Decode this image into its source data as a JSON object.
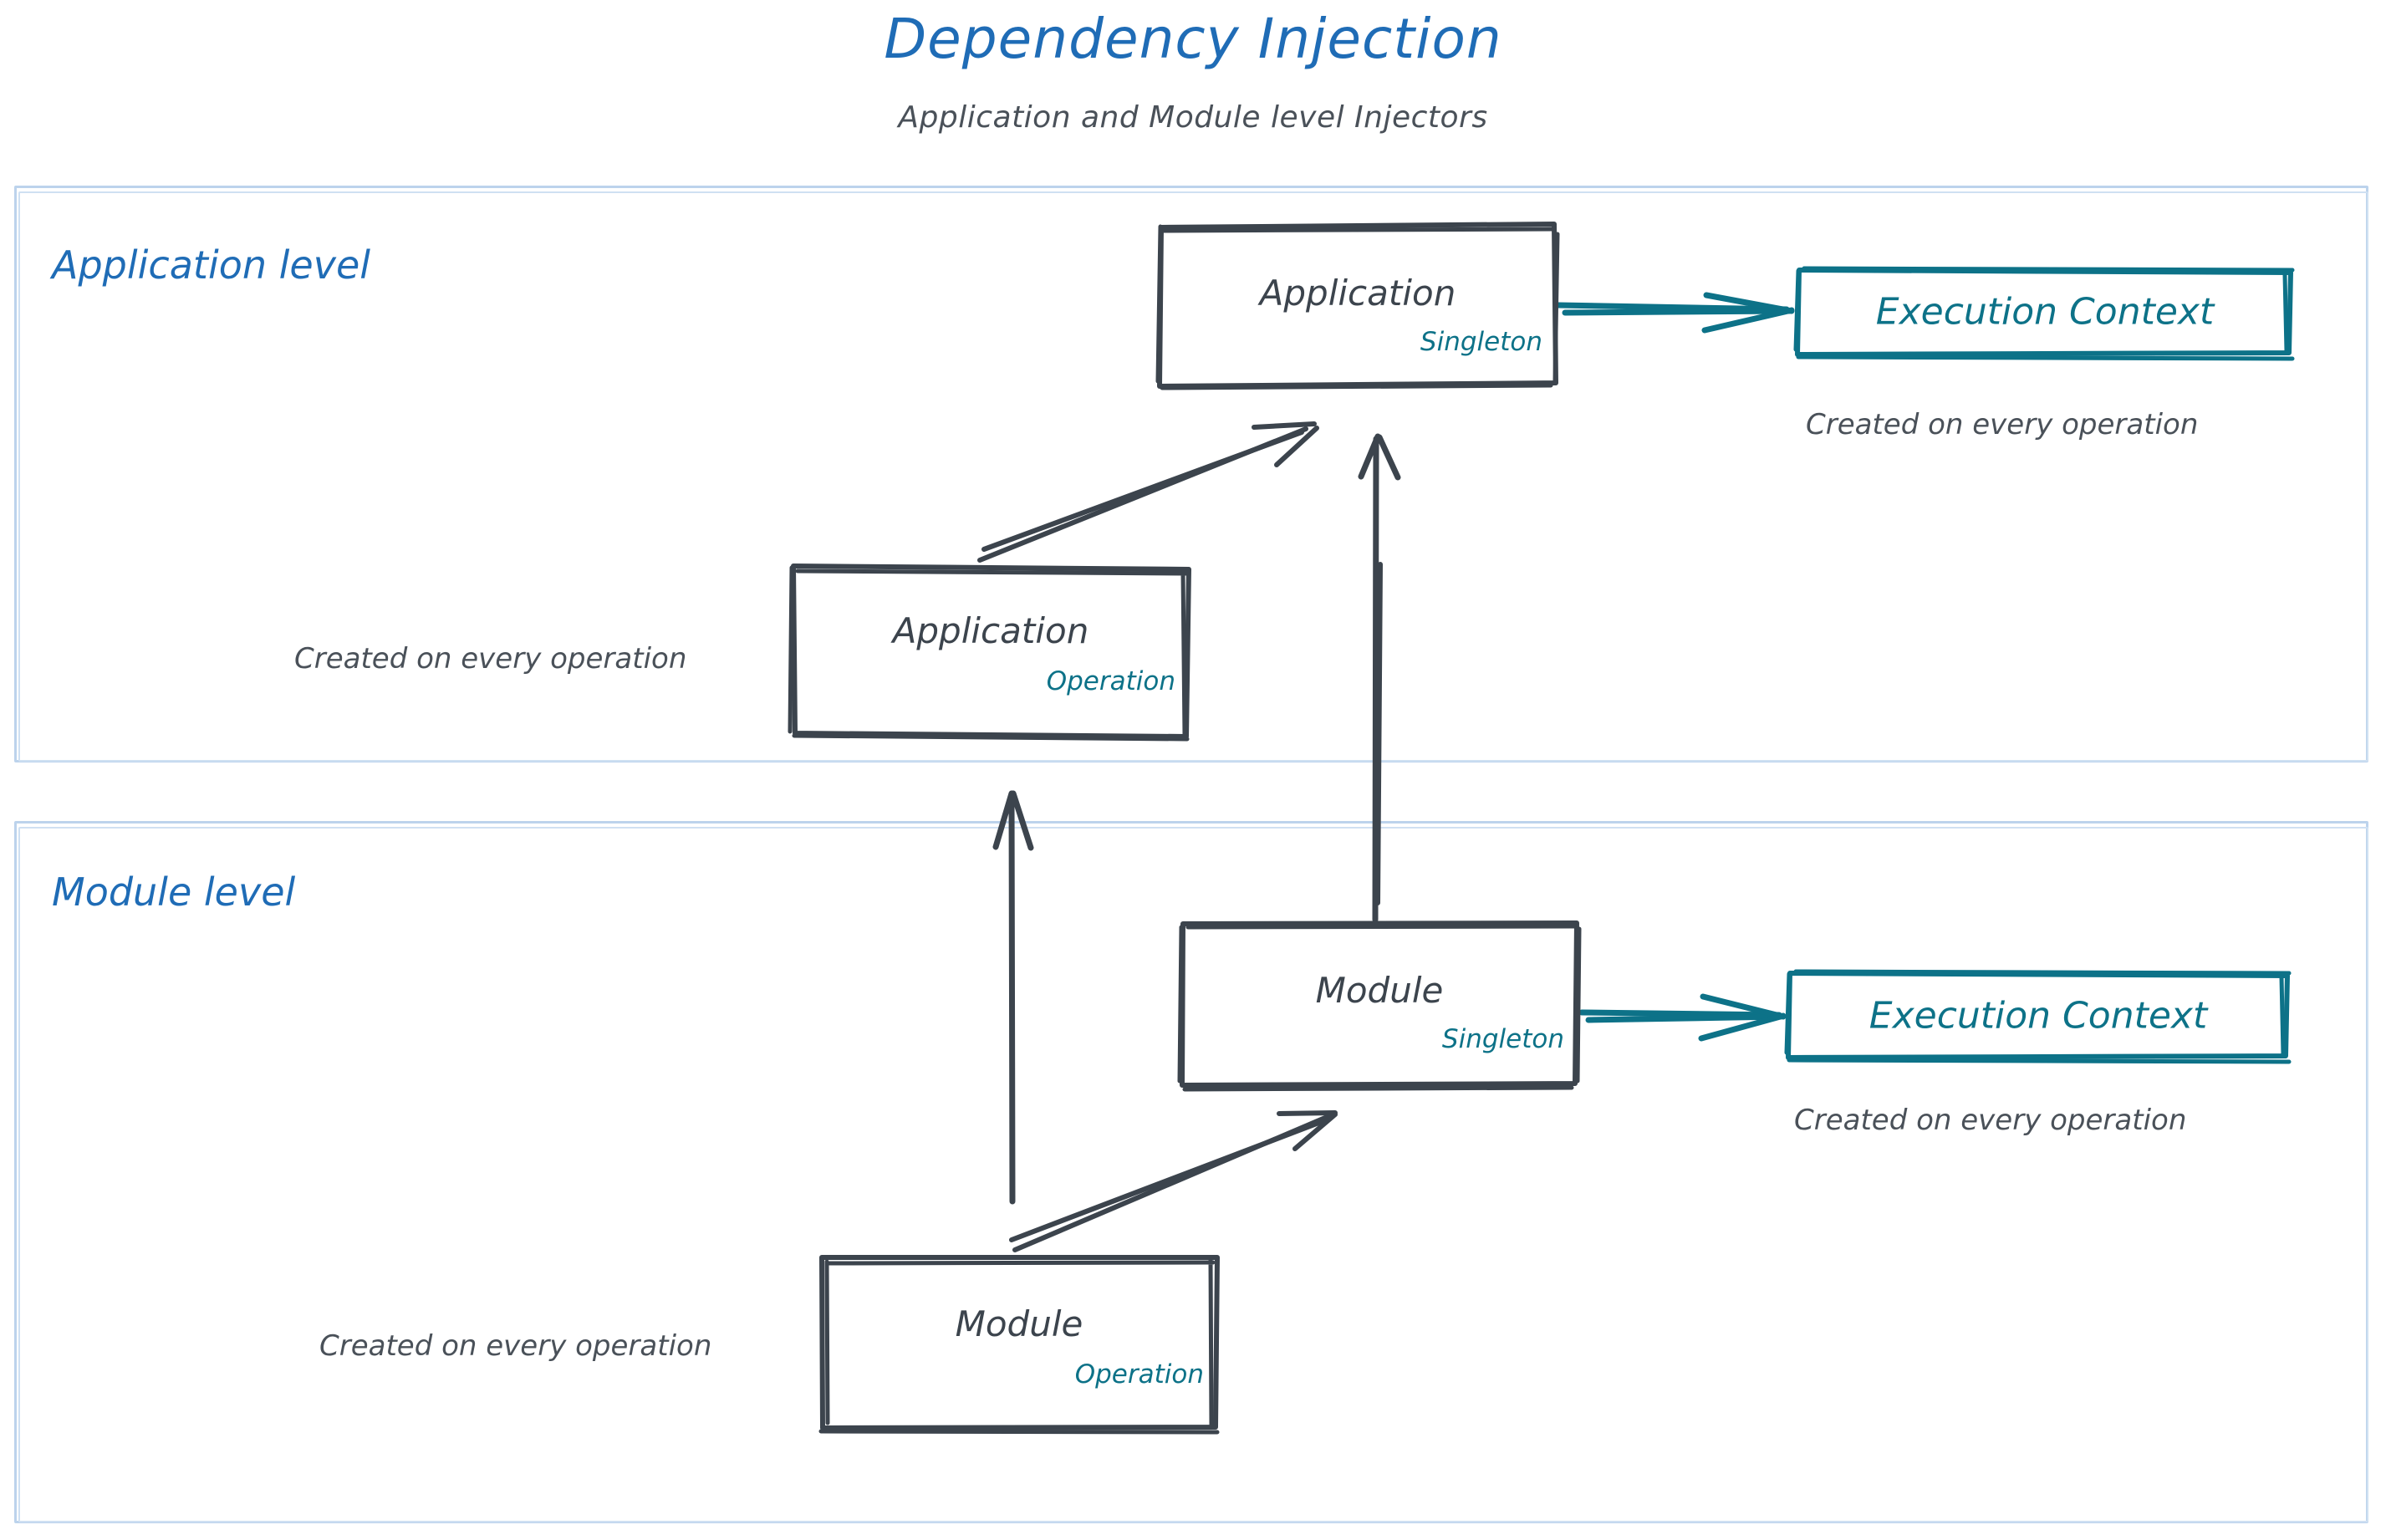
{
  "header": {
    "title": "Dependency Injection",
    "subtitle": "Application and Module level Injectors"
  },
  "colors": {
    "title_blue": "#1f6cb6",
    "level_border": "#bcd3ec",
    "node_ink": "#3c444d",
    "scope_teal": "#0d7288",
    "caption_gray": "#4a5159",
    "background": "#ffffff"
  },
  "levels": [
    {
      "id": "application-level",
      "label": "Application level"
    },
    {
      "id": "module-level",
      "label": "Module level"
    }
  ],
  "nodes": [
    {
      "id": "application-singleton",
      "title": "Application",
      "scope": "Singleton"
    },
    {
      "id": "application-operation",
      "title": "Application",
      "scope": "Operation"
    },
    {
      "id": "module-singleton",
      "title": "Module",
      "scope": "Singleton"
    },
    {
      "id": "module-operation",
      "title": "Module",
      "scope": "Operation"
    }
  ],
  "execution_contexts": [
    {
      "id": "execution-context-application",
      "title": "Execution Context",
      "caption": "Created on every operation"
    },
    {
      "id": "execution-context-module",
      "title": "Execution Context",
      "caption": "Created on every operation"
    }
  ],
  "captions": {
    "application_operation": "Created on every operation",
    "module_operation": "Created on every operation",
    "execution_context_application": "Created on every operation",
    "execution_context_module": "Created on every operation"
  },
  "edges": [
    {
      "id": "edge-app-operation-to-app-singleton",
      "from": "application-operation",
      "to": "application-singleton",
      "style": "diagonal-dark"
    },
    {
      "id": "edge-app-singleton-to-execution-context",
      "from": "application-singleton",
      "to": "execution-context-application",
      "style": "horizontal-teal"
    },
    {
      "id": "edge-module-singleton-to-app-singleton",
      "from": "module-singleton",
      "to": "application-singleton",
      "style": "vertical-dark"
    },
    {
      "id": "edge-module-operation-to-app-operation",
      "from": "module-operation",
      "to": "application-operation",
      "style": "vertical-dark"
    },
    {
      "id": "edge-module-operation-to-module-singleton",
      "from": "module-operation",
      "to": "module-singleton",
      "style": "diagonal-dark"
    },
    {
      "id": "edge-module-singleton-to-execution-context",
      "from": "module-singleton",
      "to": "execution-context-module",
      "style": "horizontal-teal"
    }
  ]
}
